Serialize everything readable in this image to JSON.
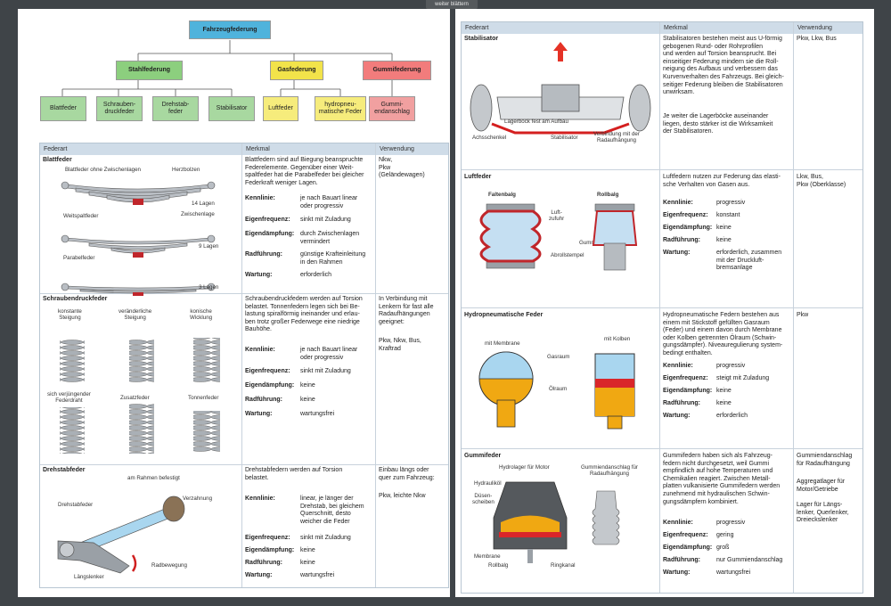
{
  "top_button": "weiter blättern",
  "tree": {
    "root": "Fahrzeugfederung",
    "groups": [
      "Stahlfederung",
      "Gasfederung",
      "Gummifederung"
    ],
    "leaves": [
      "Blattfeder",
      "Schrauben-\ndruckfeder",
      "Drehstab-\nfeder",
      "Stabilisator",
      "Luftfeder",
      "hydropneu-\nmatische Feder",
      "Gummi-\nendanschlag"
    ],
    "colors": {
      "root": "#4fb3dc",
      "stahl": "#8ccf7e",
      "gas": "#f2e34a",
      "gummi": "#f27c7c",
      "stahl_leaf": "#a8d8a0",
      "gas_leaf": "#f6ec7c",
      "gummi_leaf": "#f1a0a0"
    }
  },
  "headers": {
    "federart": "Federart",
    "merkmal": "Merkmal",
    "verwendung": "Verwendung"
  },
  "keys": {
    "kennlinie": "Kennlinie:",
    "eigenfrequenz": "Eigenfrequenz:",
    "eigendaempfung": "Eigendämpfung:",
    "radfuehrung": "Radführung:",
    "wartung": "Wartung:"
  },
  "blatt": {
    "title": "Blattfeder",
    "l1": "Blattfeder ohne Zwischenlagen",
    "l2": "Herzbolzen",
    "l3": "14 Lagen",
    "l4": "Weitspaltfeder",
    "l5": "Zwischenlage",
    "l6": "9 Lagen",
    "l7": "Parabelfeder",
    "l8": "3 Lagen",
    "desc": "Blattfedern sind auf Biegung beanspruchte\nFederelemente. Gegenüber einer Weit-\nspaltfeder hat die Parabelfeder bei gleicher\nFederkraft weniger Lagen.",
    "kennlinie": "je nach Bauart linear\noder progressiv",
    "eigenfrequenz": "sinkt mit Zuladung",
    "eigendaempfung": "durch Zwischenlagen\nvermindert",
    "radfuehrung": "günstige Krafteinleitung\nin den Rahmen",
    "wartung": "erforderlich",
    "use": "Nkw,\nPkw\n(Geländewagen)"
  },
  "schraub": {
    "title": "Schraubendruckfeder",
    "l1": "konstante\nSteigung",
    "l2": "veränderliche\nSteigung",
    "l3": "konische\nWicklung",
    "l4": "sich verjüngender\nFederdraht",
    "l5": "Zusatzfeder",
    "l6": "Tonnenfeder",
    "desc": "Schraubendruckfedern werden auf Torsion\nbelastet. Tonnenfedern legen sich bei Be-\nlastung spiralförmig ineinander und erlau-\nben trotz großer Federwege eine niedrige\nBauhöhe.",
    "kennlinie": "je nach Bauart linear\noder progressiv",
    "eigenfrequenz": "sinkt mit Zuladung",
    "eigendaempfung": "keine",
    "radfuehrung": "keine",
    "wartung": "wartungsfrei",
    "use": "In Verbindung mit\nLenkern für fast alle\nRadaufhängungen\ngeeignet:",
    "use2": "Pkw, Nkw, Bus,\nKraftrad"
  },
  "dreh": {
    "title": "Drehstabfeder",
    "l1": "am Rahmen befestigt",
    "l2": "Drehstabfeder",
    "l3": "Verzahnung",
    "l4": "Radbewegung",
    "l5": "Längslenker",
    "desc": "Drehstabfedern werden auf Torsion\nbelastet.",
    "kennlinie": "linear, je länger der\nDrehstab, bei gleichem\nQuerschnitt, desto\nweicher die Feder",
    "eigenfrequenz": "sinkt mit Zuladung",
    "eigendaempfung": "keine",
    "radfuehrung": "keine",
    "wartung": "wartungsfrei",
    "use": "Einbau längs oder\nquer zum Fahrzeug:",
    "use2": "Pkw, leichte Nkw"
  },
  "stab": {
    "title": "Stabilisator",
    "l1": "Achsschenkel",
    "l2": "Lagerbock fest am Aufbau",
    "l3": "Stabilisator",
    "l4": "Verbindung mit der\nRadaufhängung",
    "desc": "Stabilisatoren bestehen meist aus U-förmig\ngebogenen Rund- oder Rohrprofilen\nund werden auf Torsion beansprucht. Bei\neinseitiger Federung mindern sie die Roll-\nneigung des Aufbaus und verbessern das\nKurvenverhalten des Fahrzeugs. Bei gleich-\nseitiger Federung bleiben die Stabilisatoren\nunwirksam.",
    "desc2": "Je weiter die Lagerböcke auseinander\nliegen, desto stärker ist die Wirksamkeit\nder Stabilisatoren.",
    "use": "Pkw, Lkw, Bus"
  },
  "luft": {
    "title": "Luftfeder",
    "l1": "Faltenbalg",
    "l2": "Rollbalg",
    "l3": "Luft-\nzufuhr",
    "l4": "Gummibalg",
    "l5": "Abrollstempel",
    "desc": "Luftfedern nutzen zur Federung das elasti-\nsche Verhalten von Gasen aus.",
    "kennlinie": "progressiv",
    "eigenfrequenz": "konstant",
    "eigendaempfung": "keine",
    "radfuehrung": "keine",
    "wartung": "erforderlich, zusammen\nmit der Druckluft-\nbremsanlage",
    "use": "Lkw, Bus,\nPkw (Oberklasse)"
  },
  "hydro": {
    "title": "Hydropneumatische Feder",
    "l1": "mit Membrane",
    "l2": "mit Kolben",
    "l3": "Gasraum",
    "l4": "Ölraum",
    "desc": "Hydropneumatische Federn bestehen aus\neinem mit Stickstoff gefüllten Gasraum\n(Feder) und einem davon durch Membrane\noder Kolben getrennten Ölraum (Schwin-\ngungsdämpfer). Niveauregulierung system-\nbedingt enthalten.",
    "kennlinie": "progressiv",
    "eigenfrequenz": "steigt mit Zuladung",
    "eigendaempfung": "keine",
    "radfuehrung": "keine",
    "wartung": "erforderlich",
    "use": "Pkw"
  },
  "gummi": {
    "title": "Gummifeder",
    "l1": "Hydrolager für Motor",
    "l2": "Gummiendanschlag für\nRadaufhängung",
    "l3": "Hydrauliköl",
    "l4": "Düsen-\nscheiben",
    "l5": "Membrane",
    "l6": "Rollbalg",
    "l7": "Ringkanal",
    "desc": "Gummifedern haben sich als Fahrzeug-\nfedern nicht durchgesetzt, weil Gummi\nempfindlich auf hohe Temperaturen und\nChemikalien reagiert. Zwischen Metall-\nplatten vulkanisierte Gummifedern werden\nzunehmend mit hydraulischen Schwin-\ngungsdämpfern kombiniert.",
    "kennlinie": "progressiv",
    "eigenfrequenz": "gering",
    "eigendaempfung": "groß",
    "radfuehrung": "nur Gummiendanschlag",
    "wartung": "wartungsfrei",
    "use": "Gummiendanschlag\nfür Radaufhängung",
    "use2": "Aggregatlager für\nMotor/Getriebe",
    "use3": "Lager für Längs-\nlenker, Querlenker,\nDreieckslenker"
  }
}
